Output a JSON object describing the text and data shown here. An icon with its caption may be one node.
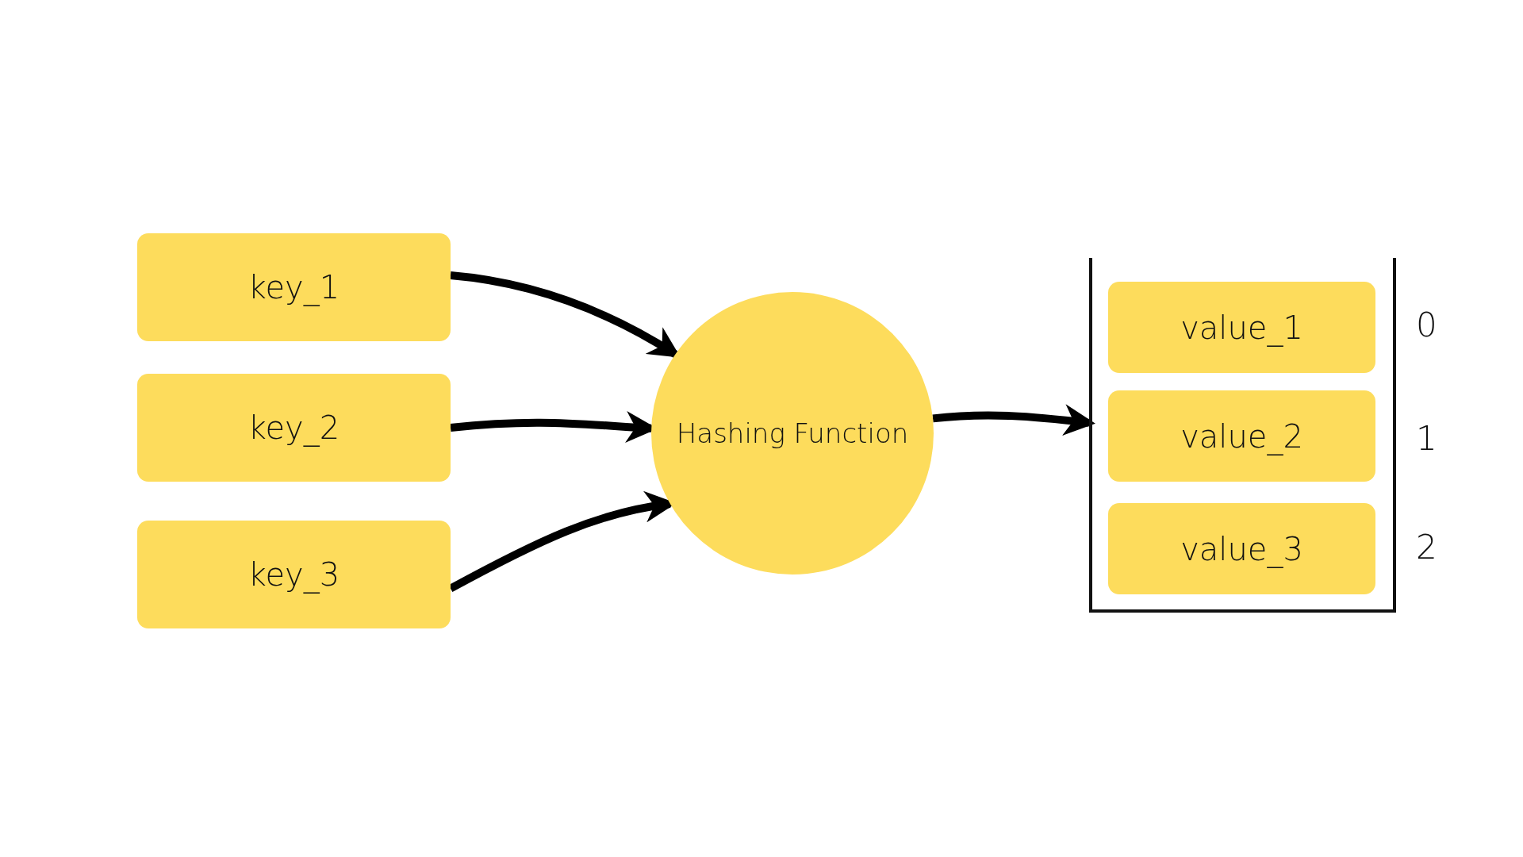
{
  "diagram": {
    "nodes": [
      {
        "text": [
          "key_1"
        ]
      },
      {
        "text": [
          "key_2"
        ]
      },
      {
        "text": [
          "key_3"
        ]
      },
      {
        "text": [
          "Hashing Function"
        ]
      },
      {
        "text": [],
        "shape": "box"
      },
      {
        "text": [
          "value_1"
        ],
        "in": 4
      },
      {
        "text": [
          "value_2"
        ],
        "in": 4
      },
      {
        "text": [
          "value_3"
        ],
        "in": 4
      }
    ],
    "edges": [
      {
        "from": 0,
        "to": 3,
        "arrow": "to"
      },
      {
        "from": 1,
        "to": 3,
        "arrow": "to"
      },
      {
        "from": 2,
        "to": 3,
        "arrow": "to"
      },
      {
        "from": 3,
        "to": 4,
        "arrow": "to"
      }
    ],
    "labels": [
      "0",
      "1",
      "2"
    ]
  }
}
